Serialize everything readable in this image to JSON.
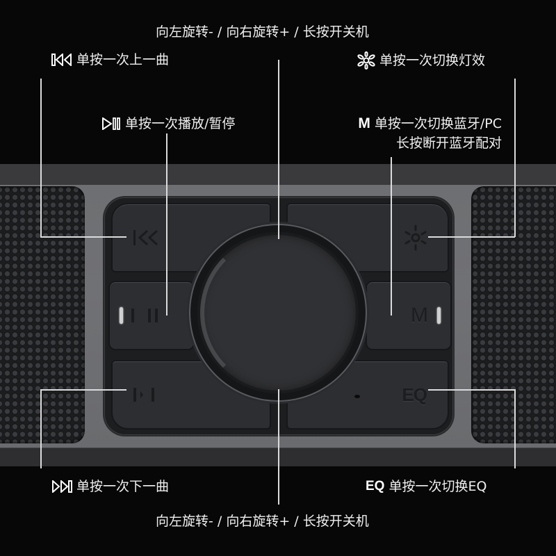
{
  "labels": {
    "top_center": "向左旋转- / 向右旋转+ / 长按开关机",
    "bottom_center": "向左旋转- / 向右旋转+ / 长按开关机",
    "prev_track": "单按一次上一曲",
    "light_effect": "单按一次切换灯效",
    "play_pause": "单按一次播放/暂停",
    "mode_line1": "单按一次切换蓝牙/PC",
    "mode_line2": "长按断开蓝牙配对",
    "next_track": "单按一次下一曲",
    "eq": "单按一次切换EQ"
  },
  "icons": {
    "prev_track": "skip-previous-icon",
    "light_effect": "light-burst-icon",
    "play_pause": "play-pause-icon",
    "mode": "M",
    "next_track": "skip-next-icon",
    "eq": "EQ"
  },
  "device": {
    "buttons": {
      "top_left": "prev-track",
      "top_right": "light-effect",
      "middle_left": "play-pause",
      "middle_right": "M",
      "bottom_left": "next-track",
      "bottom_right": "EQ"
    },
    "knob": "volume-power-knob"
  },
  "colors": {
    "background": "#060706",
    "body": "#6e6f72",
    "panel": "#1d1e20",
    "button": "#2d2e31",
    "text": "#f0f0f0",
    "leader_line": "#dcdcdc"
  }
}
